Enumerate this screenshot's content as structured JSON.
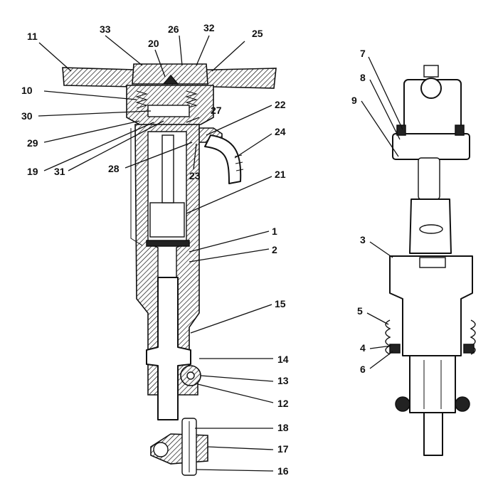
{
  "labels": {
    "l1": "1",
    "l2": "2",
    "l3": "3",
    "l4": "4",
    "l5": "5",
    "l6": "6",
    "l7": "7",
    "l8": "8",
    "l9": "9",
    "l10": "10",
    "l11": "11",
    "l12": "12",
    "l13": "13",
    "l14": "14",
    "l15": "15",
    "l16": "16",
    "l17": "17",
    "l18": "18",
    "l19": "19",
    "l20": "20",
    "l21": "21",
    "l22": "22",
    "l23": "23",
    "l24": "24",
    "l25": "25",
    "l26": "26",
    "l27": "27",
    "l28": "28",
    "l29": "29",
    "l30": "30",
    "l31": "31",
    "l32": "32",
    "l33": "33"
  }
}
